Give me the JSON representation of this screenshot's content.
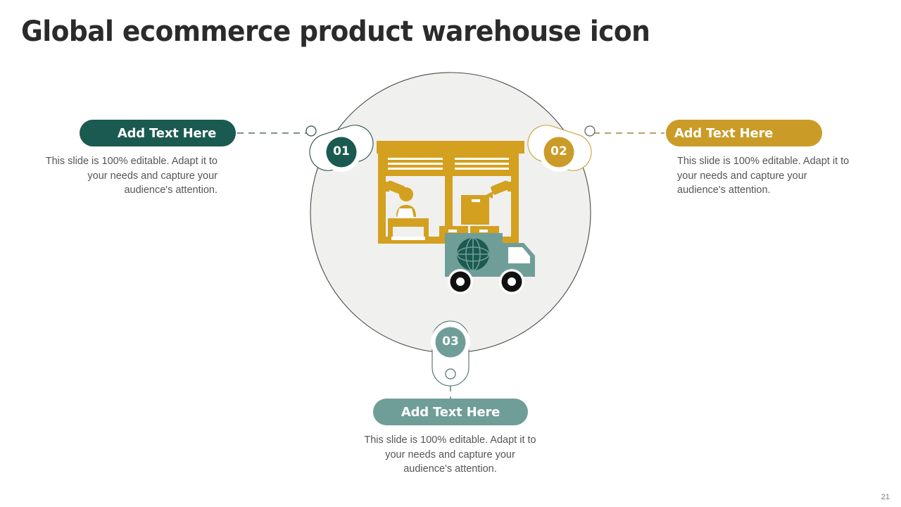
{
  "slide": {
    "title": "Global ecommerce product warehouse icon",
    "page_number": "21",
    "background_color": "#ffffff"
  },
  "colors": {
    "teal_dark": "#1b5a50",
    "gold": "#cb9b28",
    "sage": "#6f9e99",
    "circle_fill": "#f0f0ee",
    "circle_stroke": "#4a4a4a",
    "body_text": "#555555",
    "title_text": "#2b2b2b"
  },
  "nodes": [
    {
      "id": "01",
      "badge_label": "01",
      "badge_color": "#1b5a50",
      "pill_label": "Add Text Here",
      "pill_color": "#1b5a50",
      "description": "This slide is 100% editable. Adapt it to your needs and capture your audience's attention."
    },
    {
      "id": "02",
      "badge_label": "02",
      "badge_color": "#cb9b28",
      "pill_label": "Add Text Here",
      "pill_color": "#cb9b28",
      "description": "This slide is 100% editable. Adapt it to your needs and capture your audience's attention."
    },
    {
      "id": "03",
      "badge_label": "03",
      "badge_color": "#6f9e99",
      "pill_label": "Add Text Here",
      "pill_color": "#6f9e99",
      "description": "This slide is 100% editable. Adapt it to your needs and capture your audience's attention."
    }
  ],
  "center_icon": {
    "name": "warehouse-delivery-icon",
    "parts": [
      "warehouse-building",
      "roller-shutter-left",
      "roller-shutter-right",
      "security-camera-left",
      "security-camera-right",
      "worker-at-desk-with-laptop",
      "stacked-boxes",
      "delivery-truck-with-globe"
    ],
    "building_color": "#d3a01f",
    "truck_color": "#6f9e99",
    "globe_color": "#1b5a50"
  }
}
